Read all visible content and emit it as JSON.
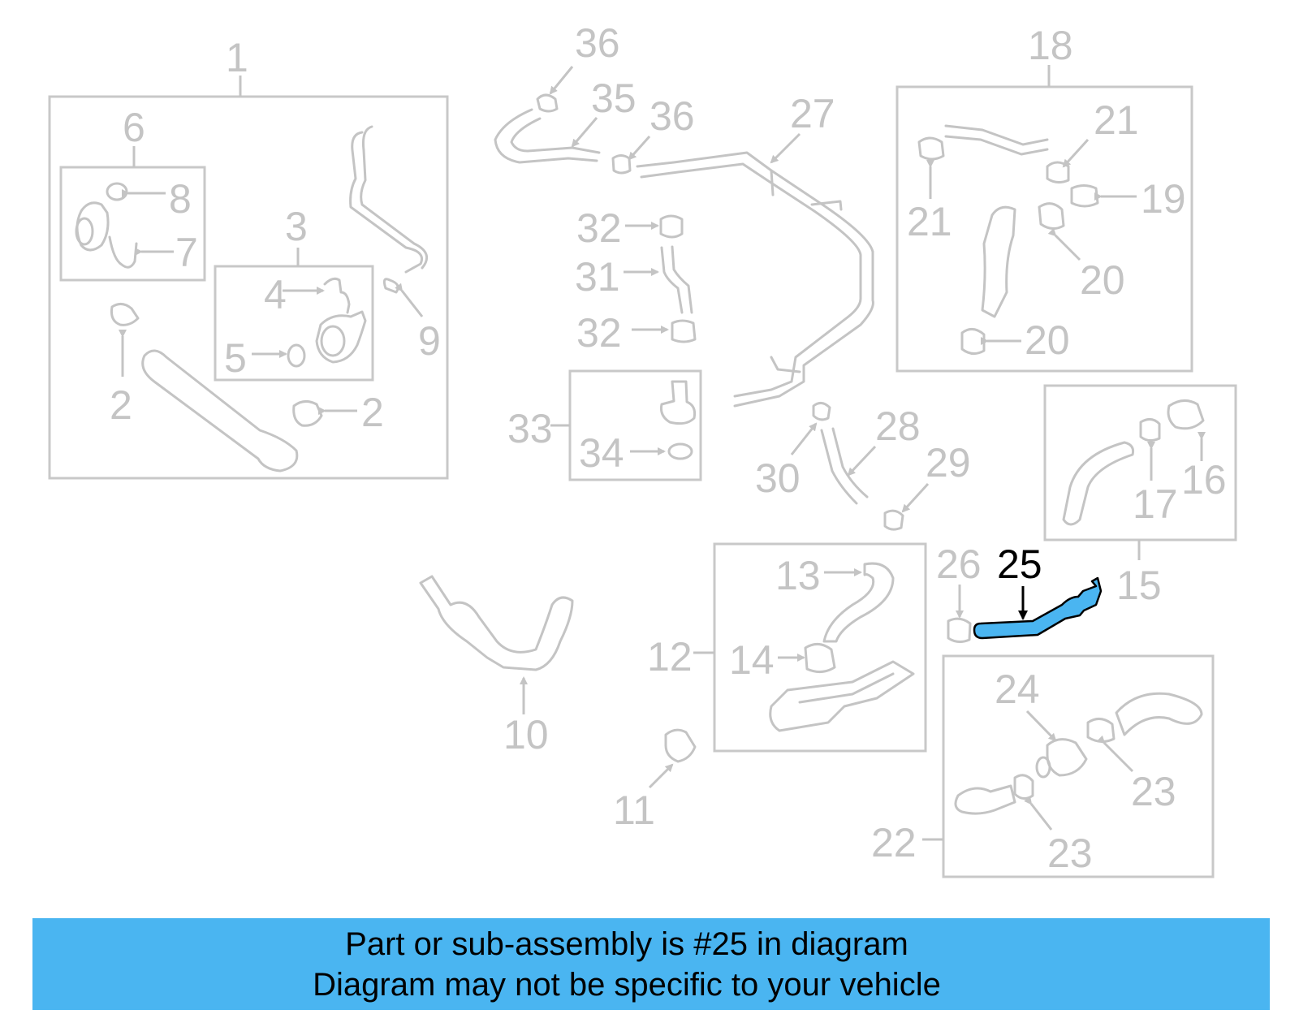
{
  "callouts": {
    "c1": "1",
    "c2a": "2",
    "c2b": "2",
    "c3": "3",
    "c4": "4",
    "c5": "5",
    "c6": "6",
    "c7": "7",
    "c8": "8",
    "c9": "9",
    "c10": "10",
    "c11": "11",
    "c12": "12",
    "c13": "13",
    "c14": "14",
    "c15": "15",
    "c16": "16",
    "c17": "17",
    "c18": "18",
    "c19": "19",
    "c20a": "20",
    "c20b": "20",
    "c21a": "21",
    "c21b": "21",
    "c22": "22",
    "c23a": "23",
    "c23b": "23",
    "c24": "24",
    "c25": "25",
    "c26": "26",
    "c27": "27",
    "c28": "28",
    "c29": "29",
    "c30": "30",
    "c31": "31",
    "c32a": "32",
    "c32b": "32",
    "c33": "33",
    "c34": "34",
    "c35": "35",
    "c36a": "36",
    "c36b": "36"
  },
  "highlight": {
    "part_number": "25",
    "color": "#4ab5f1"
  },
  "banner": {
    "line1": "Part or sub-assembly is #25 in diagram",
    "line2": "Diagram may not be specific to your vehicle",
    "background": "#4ab5f1"
  }
}
